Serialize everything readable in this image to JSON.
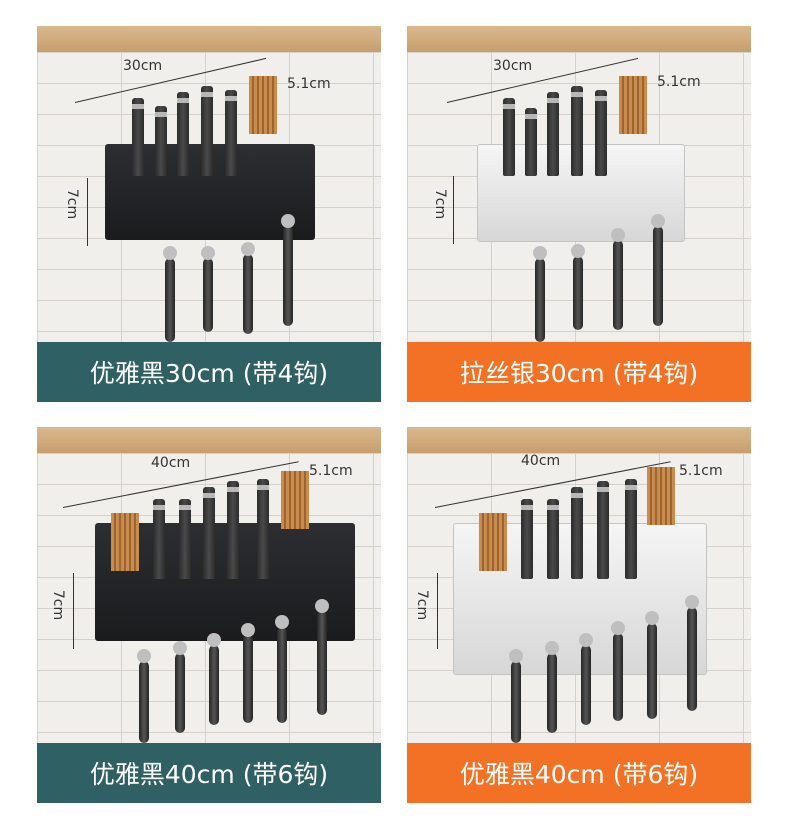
{
  "colors": {
    "teal": "#2f6063",
    "orange": "#f27124"
  },
  "products": [
    {
      "width_label": "30cm",
      "depth_label": "5.1cm",
      "height_label": "7cm",
      "caption": "优雅黑30cm (带4钩)",
      "finish": "black",
      "caption_color": "#2f6063",
      "knives": 5,
      "hooks": 4
    },
    {
      "width_label": "30cm",
      "depth_label": "5.1cm",
      "height_label": "7cm",
      "caption": "拉丝银30cm (带4钩)",
      "finish": "silver",
      "caption_color": "#f27124",
      "knives": 5,
      "hooks": 4
    },
    {
      "width_label": "40cm",
      "depth_label": "5.1cm",
      "height_label": "7cm",
      "caption": "优雅黑40cm (带6钩)",
      "finish": "black",
      "caption_color": "#2f6063",
      "knives": 5,
      "hooks": 6
    },
    {
      "width_label": "40cm",
      "depth_label": "5.1cm",
      "height_label": "7cm",
      "caption": "优雅黑40cm (带6钩)",
      "finish": "silver",
      "caption_color": "#f27124",
      "knives": 5,
      "hooks": 6
    }
  ]
}
